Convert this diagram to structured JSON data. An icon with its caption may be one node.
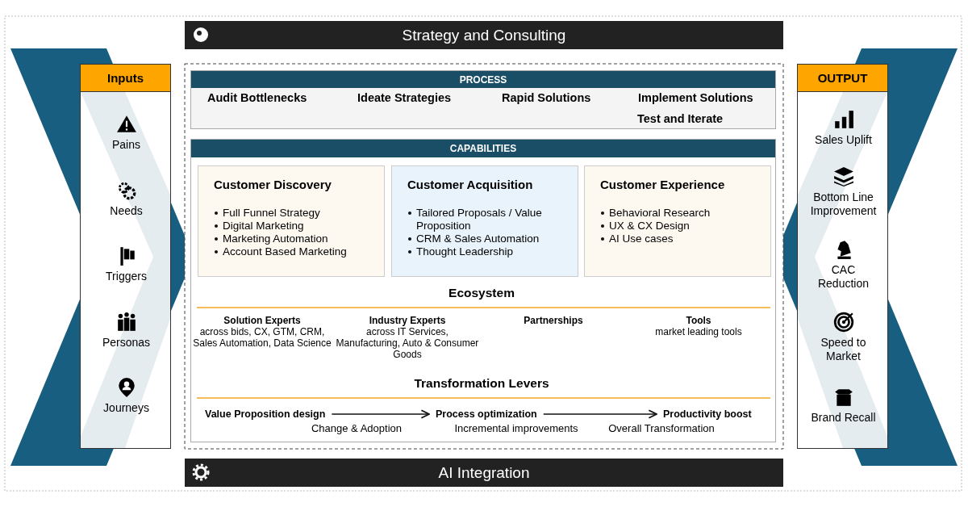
{
  "diagram": {
    "nodes": [
      {
        "text": [
          "Strategy and Consulting"
        ]
      },
      {
        "text": [
          "Inputs"
        ]
      },
      {
        "text": [
          "Pains"
        ],
        "in": 1
      },
      {
        "text": [
          "Needs"
        ],
        "in": 1
      },
      {
        "text": [
          "Triggers"
        ],
        "in": 1
      },
      {
        "text": [
          "Personas"
        ],
        "in": 1
      },
      {
        "text": [
          "Journeys"
        ],
        "in": 1
      },
      {
        "text": [
          "OUTPUT"
        ]
      },
      {
        "text": [
          "Sales Uplift"
        ],
        "in": 7
      },
      {
        "text": [
          "Bottom Line Improvement"
        ],
        "in": 7
      },
      {
        "text": [
          "CAC Reduction"
        ],
        "in": 7
      },
      {
        "text": [
          "Speed to Market"
        ],
        "in": 7
      },
      {
        "text": [
          "Brand Recall"
        ],
        "in": 7
      },
      {
        "text": [
          "PROCESS",
          "Audit Bottlenecks",
          "Ideate Strategies",
          "Rapid Solutions",
          "Implement Solutions",
          "Test and Iterate"
        ]
      },
      {
        "text": [
          "CAPABILITIES"
        ]
      },
      {
        "text": [
          "Customer Discovery",
          "Full Funnel Strategy",
          "Digital Marketing",
          "Marketing Automation",
          "Account Based Marketing"
        ],
        "in": 14
      },
      {
        "text": [
          "Customer Acquisition",
          "Tailored Proposals / Value Proposition",
          "CRM & Sales Automation",
          "Thought Leadership"
        ],
        "in": 14
      },
      {
        "text": [
          "Customer Experience",
          "Behavioral Research",
          "UX & CX Design",
          "AI Use cases"
        ],
        "in": 14
      },
      {
        "text": [
          "Value Proposition design"
        ],
        "in": 14
      },
      {
        "text": [
          "Process optimization"
        ],
        "in": 14
      },
      {
        "text": [
          "Productivity boost"
        ],
        "in": 14
      },
      {
        "text": [
          "AI Integration"
        ]
      }
    ],
    "edges": [
      {
        "from": 18,
        "to": 19,
        "arrow": "to"
      },
      {
        "from": 19,
        "to": 20,
        "arrow": "to"
      }
    ],
    "labels": [
      "Ecosystem",
      "Solution Experts",
      "across bids, CX, GTM, CRM, Sales Automation, Data Science",
      "Industry Experts",
      "across IT Services, Manufacturing, Auto & Consumer Goods",
      "Partnerships",
      "Tools",
      "market leading tools",
      "Transformation Levers",
      "Change & Adoption",
      "Incremental improvements",
      "Overall Transformation"
    ]
  }
}
